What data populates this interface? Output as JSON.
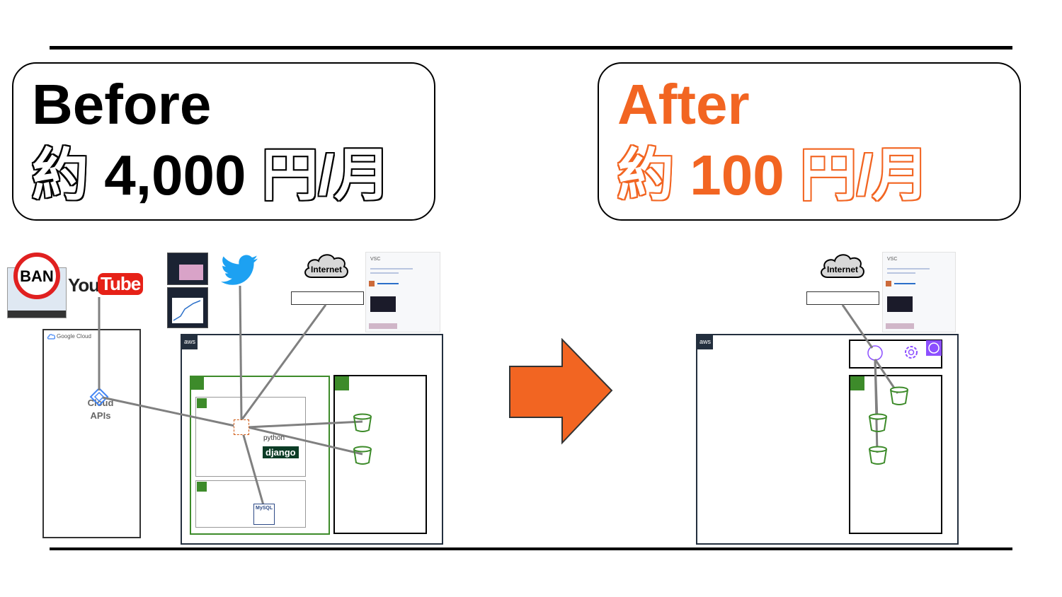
{
  "before": {
    "title": "Before",
    "prefix": "約",
    "amount": "4,000",
    "unit": "円/月"
  },
  "after": {
    "title": "After",
    "prefix": "約",
    "amount": "100",
    "unit": "円/月"
  },
  "labels": {
    "ban": "BAN",
    "youtube_you": "You",
    "youtube_tube": "Tube",
    "google_cloud": "Google Cloud",
    "cloud_apis": "Cloud APIs",
    "internet": "Internet",
    "aws": "aws",
    "python": "python",
    "django": "django",
    "mysql": "MySQL",
    "vsc": "VSC"
  },
  "colors": {
    "accent": "#f26522",
    "green": "#3d8b2a",
    "aws_border": "#232f3e",
    "line": "#808080"
  },
  "icons": [
    "twitter-bird-icon",
    "cloud-icon",
    "s3-bucket-icon",
    "ec2-chip-icon",
    "lock-icon",
    "arrow-right-icon"
  ]
}
